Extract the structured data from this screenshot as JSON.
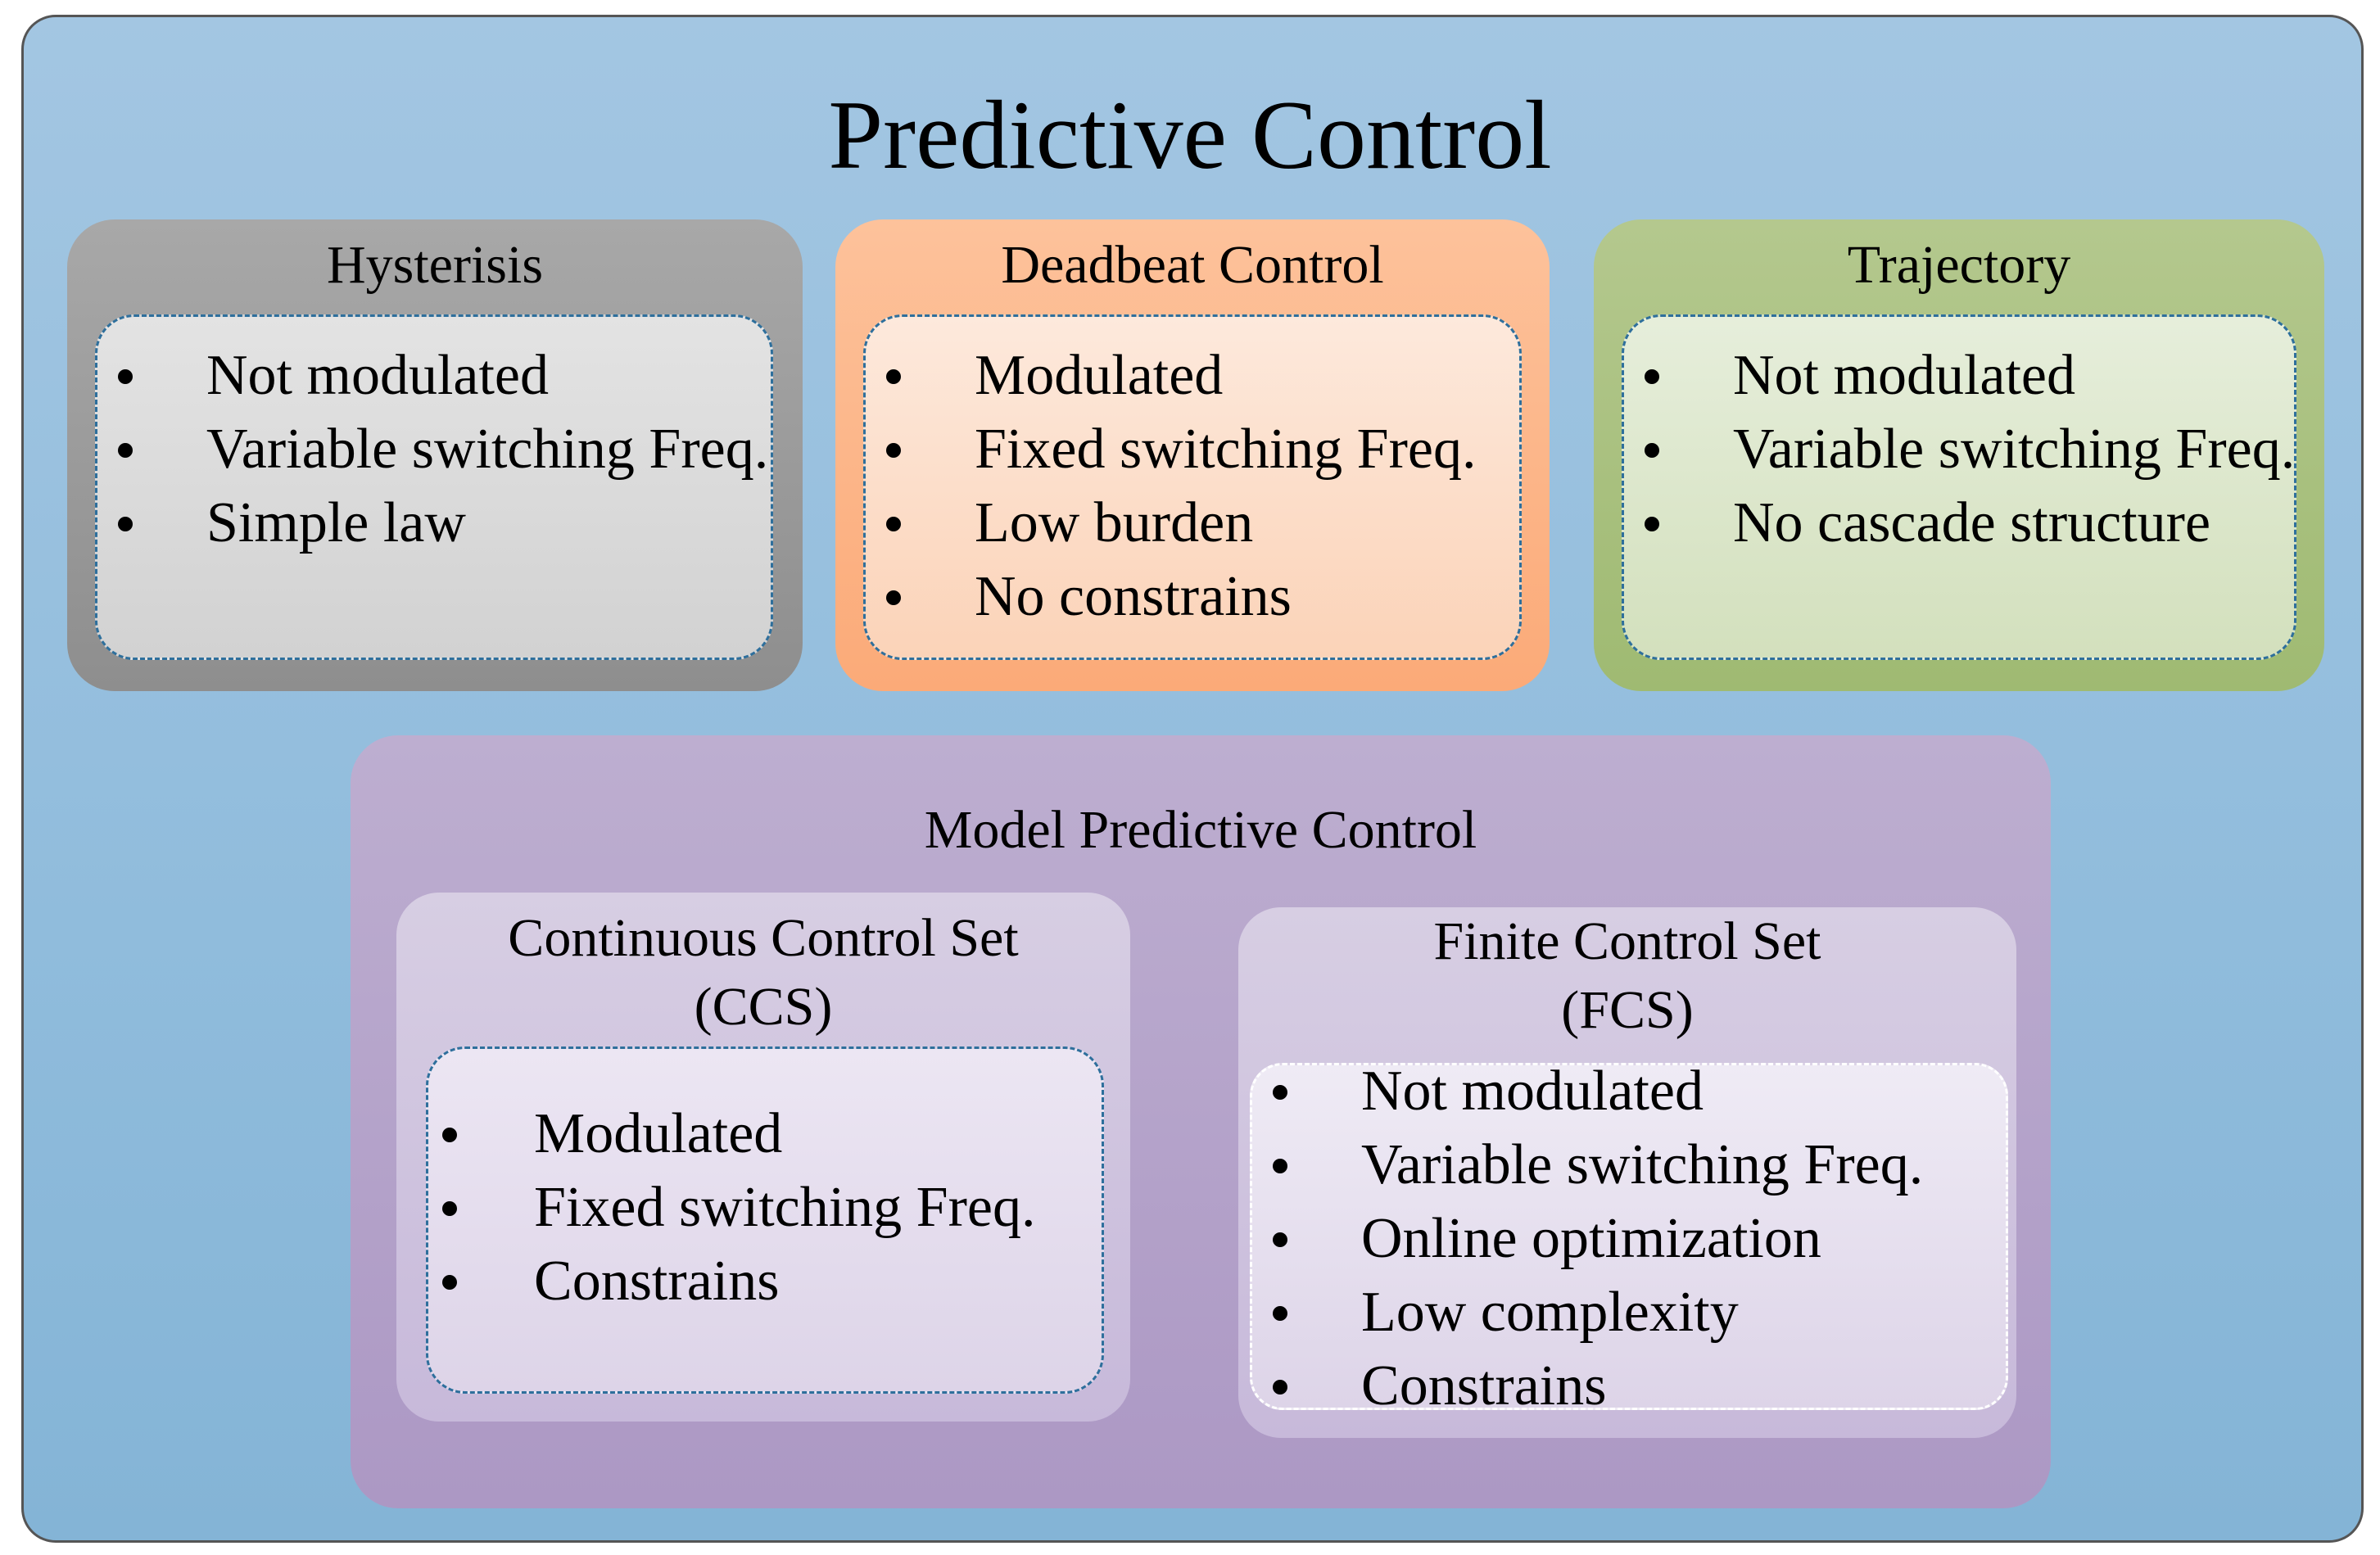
{
  "title": "Predictive Control",
  "hysterisis": {
    "title": "Hysterisis",
    "items": [
      "Not modulated",
      "Variable switching Freq.",
      "Simple law"
    ]
  },
  "deadbeat": {
    "title": "Deadbeat Control",
    "items": [
      "Modulated",
      "Fixed switching Freq.",
      "Low burden",
      "No constrains"
    ]
  },
  "trajectory": {
    "title": "Trajectory",
    "items": [
      "Not modulated",
      "Variable switching Freq.",
      "No cascade structure"
    ]
  },
  "mpc": {
    "title": "Model Predictive Control",
    "ccs": {
      "title_line1": "Continuous Control Set",
      "title_line2": "(CCS)",
      "items": [
        "Modulated",
        "Fixed switching Freq.",
        "Constrains"
      ]
    },
    "fcs": {
      "title_line1": "Finite Control Set",
      "title_line2": "(FCS)",
      "items": [
        "Not modulated",
        "Variable switching Freq.",
        "Online optimization",
        "Low complexity",
        "Constrains"
      ]
    }
  }
}
